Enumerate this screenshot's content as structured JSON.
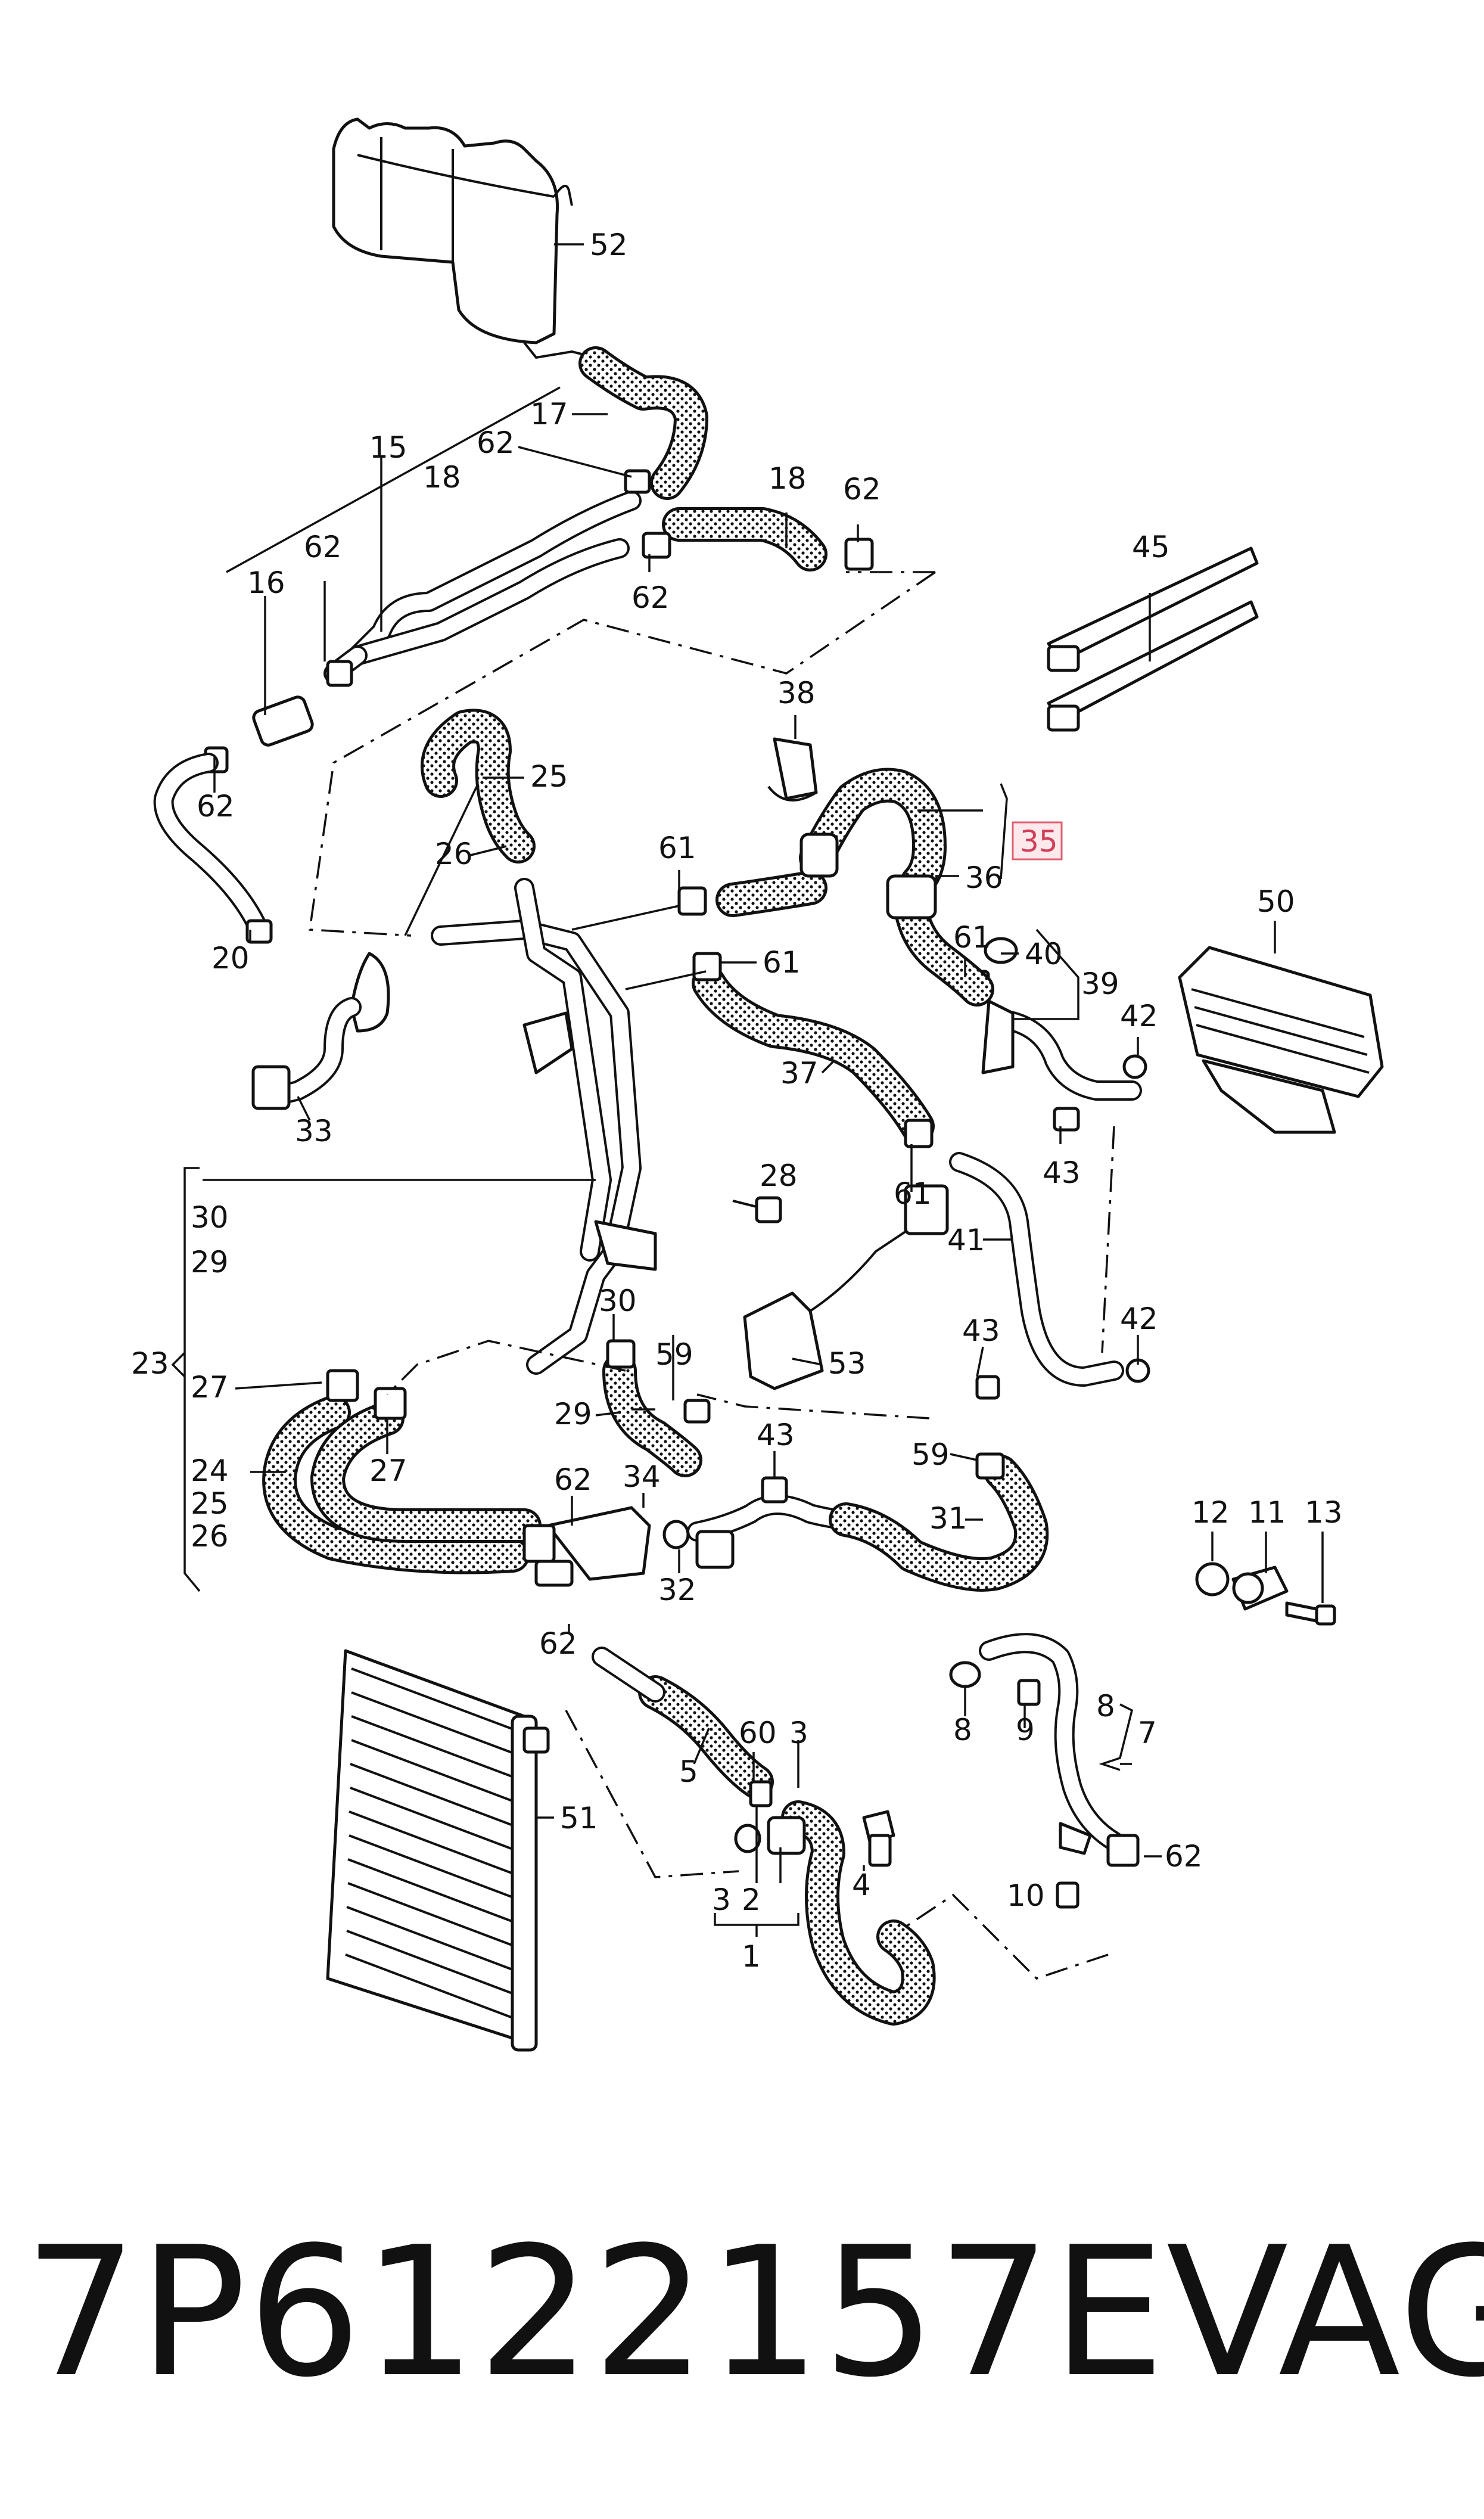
{
  "callouts": {
    "c52": "52",
    "c17": "17",
    "c15": "15",
    "c18a": "18",
    "c62a": "62",
    "c18b": "18",
    "c62b": "62",
    "c16": "16",
    "c62c": "62",
    "c62d": "62",
    "c62e": "62",
    "c20": "20",
    "c38": "38",
    "c45": "45",
    "c25": "25",
    "c26": "26",
    "c61a": "61",
    "c35": "35",
    "c36": "36",
    "c61b": "61",
    "c61c": "61",
    "c40": "40",
    "c39": "39",
    "c50": "50",
    "c42a": "42",
    "c33": "33",
    "c37": "37",
    "c43a": "43",
    "c28": "28",
    "c61d": "61",
    "c41": "41",
    "c30a": "30",
    "c29a": "29",
    "c23": "23",
    "c30b": "30",
    "c59a": "59",
    "c53": "53",
    "c43b": "43",
    "c42b": "42",
    "c27a": "27",
    "c29b": "29",
    "c43c": "43",
    "c24": "24",
    "c27b": "27",
    "c59b": "59",
    "c25b": "25",
    "c62f": "62",
    "c34": "34",
    "c31": "31",
    "c26b": "26",
    "c32": "32",
    "c12": "12",
    "c11": "11",
    "c13": "13",
    "c62g": "62",
    "c8a": "8",
    "c7": "7",
    "c60": "60",
    "c3a": "3",
    "c51": "51",
    "c5": "5",
    "c8b": "8",
    "c9": "9",
    "c4": "4",
    "c10": "10",
    "c62h": "62",
    "c3b": "3",
    "c2": "2",
    "c1": "1"
  },
  "highlight_callout": "35",
  "part_number": "7P6122157E",
  "brand": "VAG",
  "colors": {
    "ink": "#111111",
    "highlight_border": "#e06070",
    "highlight_fill": "#fde9ec",
    "highlight_text": "#d0405a"
  }
}
